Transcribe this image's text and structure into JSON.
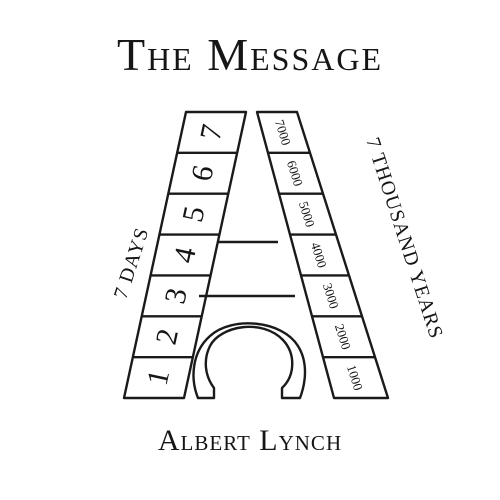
{
  "title": "The Message",
  "author": "Albert Lynch",
  "left_label": "7 DAYS",
  "right_label": "7 THOUSAND YEARS",
  "days": [
    "1",
    "2",
    "3",
    "4",
    "5",
    "6",
    "7"
  ],
  "years": [
    "1000",
    "2000",
    "3000",
    "4000",
    "5000",
    "6000",
    "7000"
  ]
}
